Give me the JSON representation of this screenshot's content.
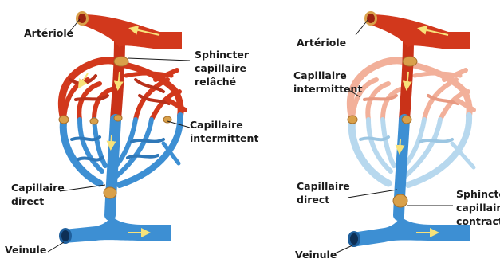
{
  "colors": {
    "artery": "#d2381c",
    "artery_dark": "#9a2210",
    "artery_light": "#f2b09a",
    "vein": "#3d8fd3",
    "vein_dark": "#1f5f9c",
    "vein_light": "#b7d8ee",
    "sphincter": "#d9a04a",
    "arrow": "#f7e27a",
    "leader_line": "#1a1a1a"
  },
  "left_panel": {
    "arteriole": "Artériole",
    "sphincter_lines": [
      "Sphincter",
      "capillaire",
      "relâché"
    ],
    "intermittent_lines": [
      "Capillaire",
      "intermittent"
    ],
    "direct_lines": [
      "Capillaire",
      "direct"
    ],
    "veinule": "Veinule"
  },
  "right_panel": {
    "arteriole": "Artériole",
    "intermittent_lines": [
      "Capillaire",
      "intermittent"
    ],
    "direct_lines": [
      "Capillaire",
      "direct"
    ],
    "sphincter_lines": [
      "Sphincte",
      "capillair",
      "contract"
    ],
    "veinule": "Veinule"
  }
}
